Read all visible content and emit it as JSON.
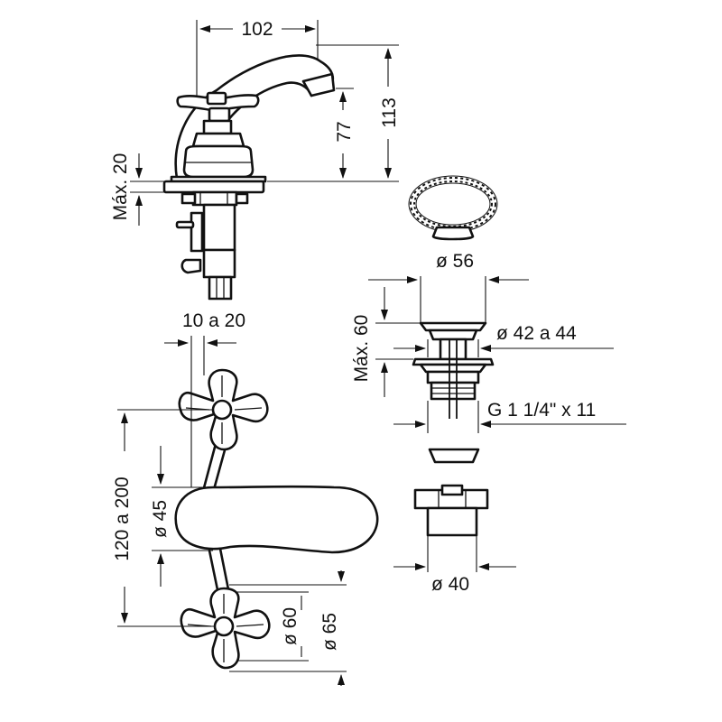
{
  "colors": {
    "line": "#111111",
    "background": "#ffffff"
  },
  "dimensions": {
    "spout_reach": "102",
    "total_height": "113",
    "spout_height": "77",
    "max_thickness_top": "Máx. 20",
    "drain_max_thickness": "Máx. 60",
    "stopper_diameter": "ø 56",
    "flange_diameter": "ø 42 a 44",
    "drain_thread": "G 1 1/4\" x 11",
    "nut_diameter": "ø 40",
    "wall_range": "10 a 20",
    "centers_range": "120 a 200",
    "body_diameter": "ø 45",
    "handle_inner_diameter": "ø 60",
    "handle_outer_diameter": "ø 65"
  }
}
